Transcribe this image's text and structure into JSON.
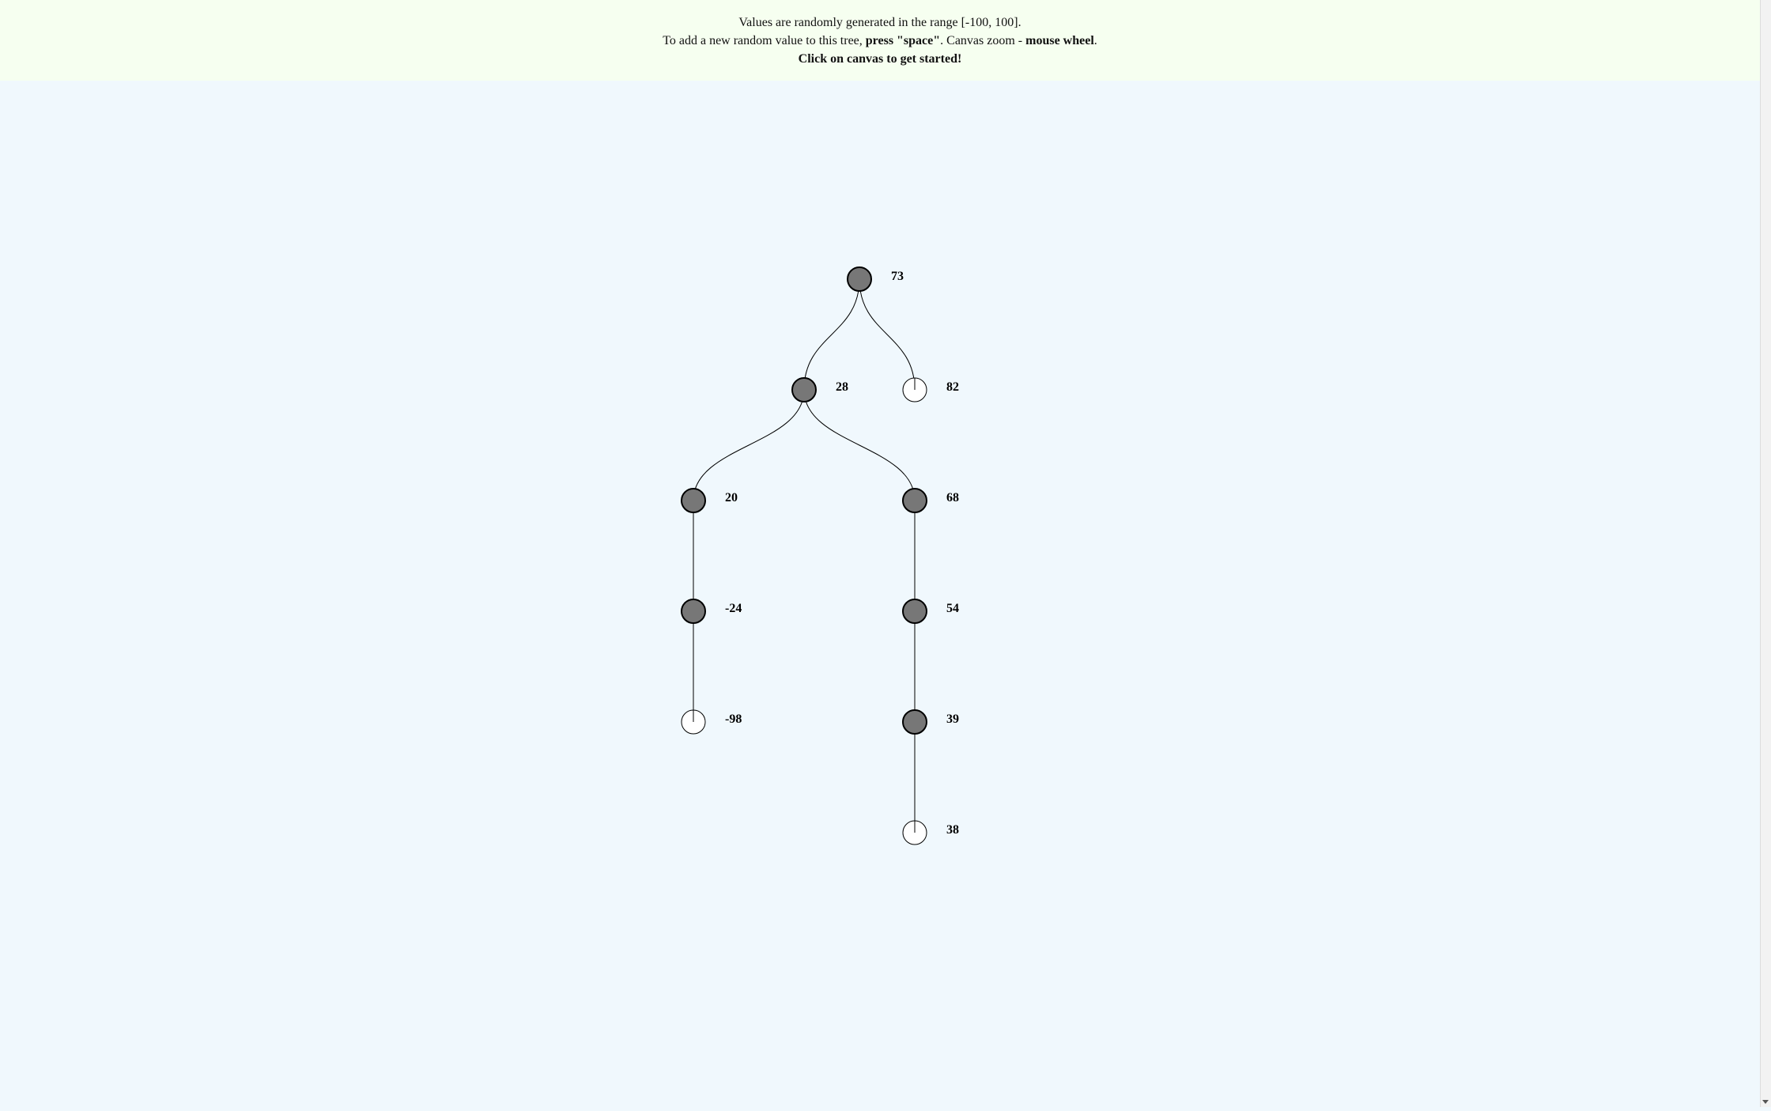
{
  "header": {
    "line1": "Values are randomly generated in the range [-100, 100].",
    "line2_prefix": "To add a new random value to this tree, ",
    "line2_key": "press \"space\"",
    "line2_middle": ". Canvas zoom - ",
    "line2_zoom": "mouse wheel",
    "line2_suffix": ".",
    "line3": "Click on canvas to get started!"
  },
  "tree": {
    "nodes": [
      {
        "id": "n73",
        "value": "73",
        "leaf": false
      },
      {
        "id": "n28",
        "value": "28",
        "leaf": false
      },
      {
        "id": "n82",
        "value": "82",
        "leaf": true
      },
      {
        "id": "n20",
        "value": "20",
        "leaf": false
      },
      {
        "id": "n68",
        "value": "68",
        "leaf": false
      },
      {
        "id": "nm24",
        "value": "-24",
        "leaf": false
      },
      {
        "id": "n54",
        "value": "54",
        "leaf": false
      },
      {
        "id": "nm98",
        "value": "-98",
        "leaf": true
      },
      {
        "id": "n39",
        "value": "39",
        "leaf": false
      },
      {
        "id": "n38",
        "value": "38",
        "leaf": true
      }
    ],
    "edges": [
      [
        "n73",
        "n28"
      ],
      [
        "n73",
        "n82"
      ],
      [
        "n28",
        "n20"
      ],
      [
        "n28",
        "n68"
      ],
      [
        "n20",
        "nm24"
      ],
      [
        "nm24",
        "nm98"
      ],
      [
        "n68",
        "n54"
      ],
      [
        "n54",
        "n39"
      ],
      [
        "n39",
        "n38"
      ]
    ]
  },
  "colors": {
    "internal_fill": "#777777",
    "leaf_fill": "#ffffff",
    "stroke": "#000000",
    "header_bg": "#f6fff0",
    "canvas_bg": "#f0f8fd"
  }
}
